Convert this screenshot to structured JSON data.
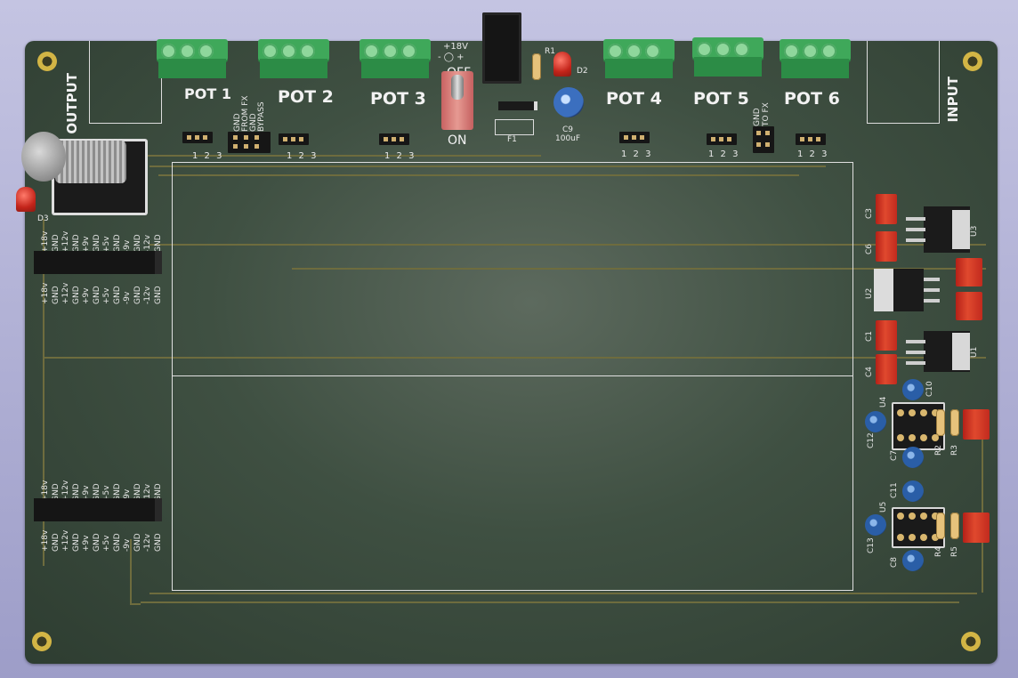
{
  "board": {
    "connectors": {
      "output_label": "OUTPUT",
      "input_label": "INPUT"
    },
    "pots": [
      {
        "label": "POT 1",
        "pins": "1 2 3"
      },
      {
        "label": "POT 2",
        "pins": "1 2 3"
      },
      {
        "label": "POT 3",
        "pins": "1 2 3"
      },
      {
        "label": "POT 4",
        "pins": "1 2 3"
      },
      {
        "label": "POT 5",
        "pins": "1 2 3"
      },
      {
        "label": "POT 6",
        "pins": "1 2 3"
      }
    ],
    "fx_header_labels": [
      "GND",
      "FROM FX",
      "GND",
      "BYPASS"
    ],
    "tofx_header_labels": [
      "GND",
      "TO FX"
    ],
    "power": {
      "voltage_label": "+18V",
      "polarity": "- ◯ +",
      "switch_off": "OFF",
      "switch_on": "ON",
      "fuse": "F1",
      "r1": "R1",
      "d2": "D2",
      "c9": "C9",
      "c9_value": "100uF"
    },
    "led_d3": "D3",
    "rail_labels": [
      "+18v",
      "GND",
      "+12v",
      "GND",
      "+9v",
      "GND",
      "+5v",
      "GND",
      "-9v",
      "GND",
      "-12v",
      "GND"
    ],
    "regulators": {
      "caps": [
        "C3",
        "C6",
        "C1",
        "C4"
      ],
      "ics": [
        "U3",
        "U2",
        "U1"
      ]
    },
    "opamp_section": {
      "u4": "U4",
      "u5": "U5",
      "caps": [
        "C10",
        "C12",
        "C7",
        "C11",
        "C13",
        "C8"
      ],
      "res": [
        "R2",
        "R3",
        "R4",
        "R5"
      ]
    }
  },
  "colors": {
    "board": "#3f5042",
    "silkscreen": "#f2f2f2",
    "trace": "#6e6c3e",
    "terminal_green": "#3fa85a",
    "pad_gold": "#d3b545",
    "cap_red": "#d03a24",
    "elec_blue": "#2a5ea7"
  }
}
